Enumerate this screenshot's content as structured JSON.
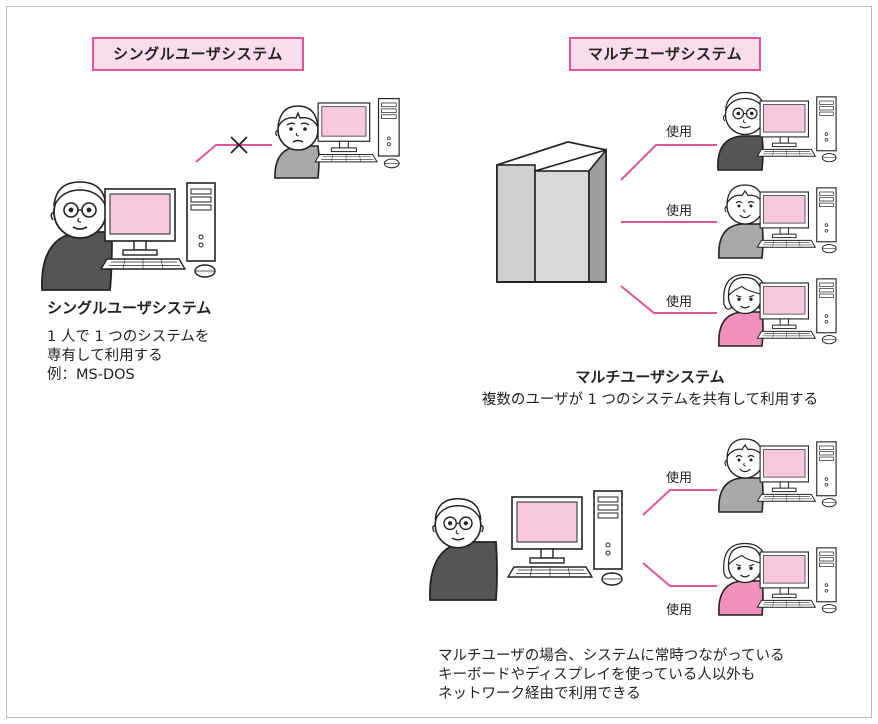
{
  "single": {
    "header": "シングルユーザシステム",
    "caption_title": "シングルユーザシステム",
    "caption_lines": [
      "1 人で 1 つのシステムを",
      "専有して利用する",
      "例：MS-DOS"
    ]
  },
  "multi": {
    "header": "マルチユーザシステム",
    "caption_title": "マルチユーザシステム",
    "caption_text": "複数のユーザが 1 つのシステムを共有して利用する",
    "use_labels": [
      "使用",
      "使用",
      "使用"
    ]
  },
  "terminal": {
    "use_labels": [
      "使用",
      "使用"
    ],
    "caption_lines": [
      "マルチユーザの場合、システムに常時つながっている",
      "キーボードやディスプレイを使っている人以外も",
      "ネットワーク経由で利用できる"
    ]
  },
  "colors": {
    "accent": "#e0559a",
    "title_bg": "#fadcea",
    "screen": "#f7c9de",
    "pink_person": "#f291bd",
    "gray_person": "#a9a9a9",
    "dark_person": "#555555",
    "skin": "#ffffff"
  }
}
